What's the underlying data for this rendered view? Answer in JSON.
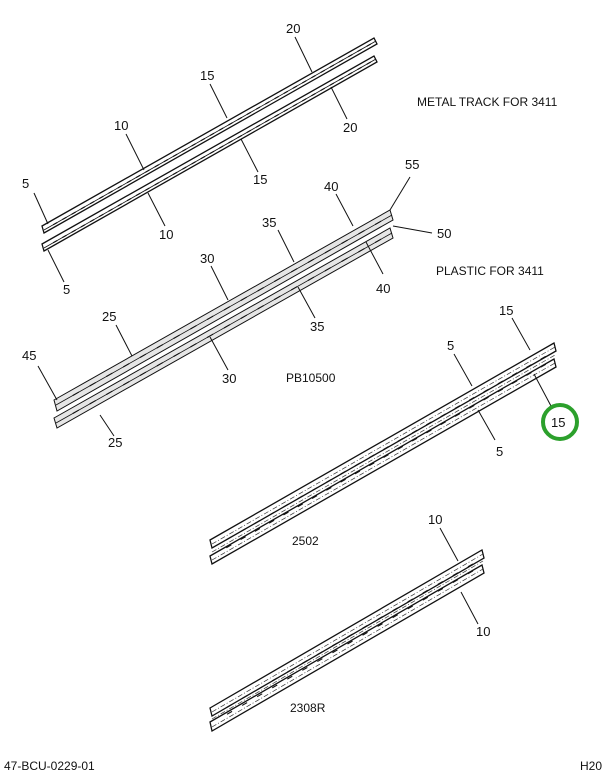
{
  "captions": {
    "metal_track": "METAL TRACK FOR 3411",
    "plastic": "PLASTIC FOR 3411",
    "pb_part": "PB10500",
    "part_2502": "2502",
    "part_2308r": "2308R",
    "doc_number": "47-BCU-0229-01",
    "sheet_code": "H20"
  },
  "metal_track": {
    "upper_labels": [
      "5",
      "10",
      "15",
      "20"
    ],
    "lower_labels": [
      "5",
      "10",
      "15",
      "20"
    ]
  },
  "plastic_track": {
    "upper_labels": [
      "45",
      "25",
      "30",
      "35",
      "40",
      "55"
    ],
    "lower_labels": [
      "25",
      "30",
      "35",
      "40",
      "50"
    ]
  },
  "track_2502": {
    "upper_labels": [
      "5",
      "15"
    ],
    "lower_labels": [
      "5",
      "15"
    ],
    "highlighted_label": "15"
  },
  "track_2308r": {
    "upper_labels": [
      "10"
    ],
    "lower_labels": [
      "10"
    ]
  }
}
